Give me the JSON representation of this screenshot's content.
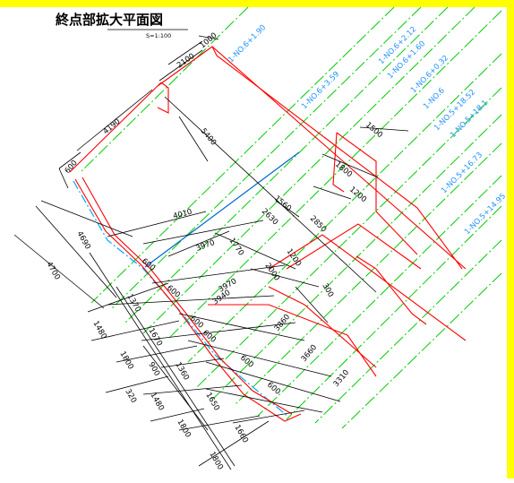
{
  "title": "終点部拡大平面図",
  "scale": "S=1:100",
  "colors": {
    "border": "#ffff00",
    "center_line": "#00cc00",
    "wall": "#ff0000",
    "dimension": "#000000",
    "station_label": "#1e90ff",
    "axis": "#0066cc"
  },
  "stations": [
    "1-NO.6+1.90",
    "1-NO.6+3.59",
    "1-NO.6+2.12",
    "1-NO.6+1.60",
    "1-NO.6+0.32",
    "1-NO.6",
    "1-NO.5+18.52",
    "1-NO.5+18.1",
    "1-NO.5+16.73",
    "1-NO.5+14.95"
  ],
  "dimensions": {
    "top_1000": "1000",
    "top_2100": "2100",
    "left_4190": "4190",
    "left_600": "600",
    "d_5400": "5400",
    "d_1500": "1500",
    "d_1800": "1800",
    "d_1560": "1560",
    "d_1200": "1200",
    "d_4010": "4010",
    "d_2630": "2630",
    "d_2850": "2850",
    "d_4690": "4690",
    "d_4700": "4700",
    "d_3970a": "3970",
    "d_1770": "1770",
    "d_600a": "600",
    "d_1200a": "1200",
    "d_3970b": "3970",
    "d_2000": "2000",
    "d_300": "300",
    "d_1370": "1370",
    "d_600b": "600",
    "d_3940": "3940",
    "d_1480a": "1480",
    "d_1670": "1670",
    "d_600c": "600",
    "d_3860a": "3860",
    "d_1800a": "1800",
    "d_900": "900",
    "d_1360": "1360",
    "d_600d": "600",
    "d_3660": "3660",
    "d_320": "320",
    "d_1480b": "1480",
    "d_1650a": "1650",
    "d_600e": "600",
    "d_3310": "3310",
    "d_1800b": "1800",
    "d_1660": "1660",
    "d_600f": "600",
    "d_1800c": "1800"
  }
}
